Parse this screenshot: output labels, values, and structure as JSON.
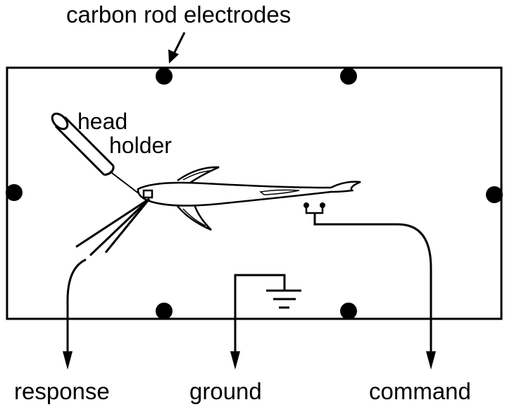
{
  "labels": {
    "electrodes": "carbon rod electrodes",
    "head_line1": "head",
    "head_line2": "holder",
    "response": "response",
    "ground": "ground",
    "command": "command"
  },
  "colors": {
    "ink": "#000000",
    "background": "#ffffff"
  }
}
